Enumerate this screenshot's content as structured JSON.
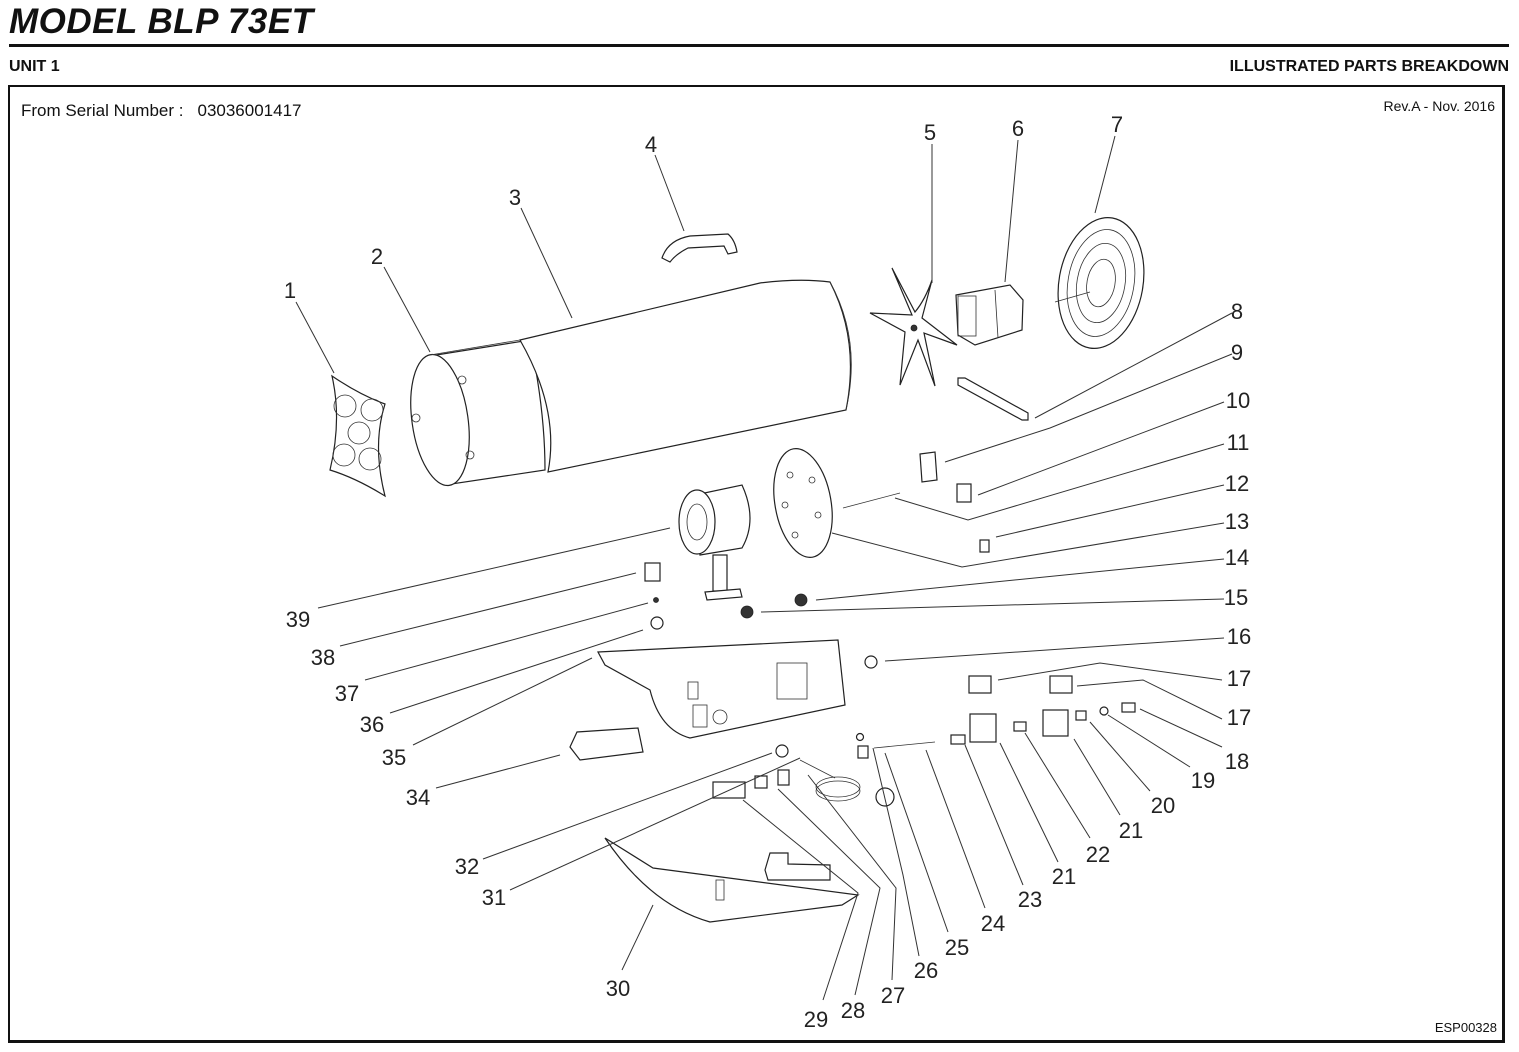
{
  "header": {
    "model_title": "MODEL  BLP 73ET",
    "unit_label": "UNIT 1",
    "section_label": "ILLUSTRATED PARTS BREAKDOWN"
  },
  "info": {
    "serial_label": "From Serial  Number :",
    "serial_number": "03036001417",
    "revision": "Rev.A - Nov. 2016",
    "document_id": "ESP00328"
  },
  "callouts": [
    "1",
    "2",
    "3",
    "4",
    "5",
    "6",
    "7",
    "8",
    "9",
    "10",
    "11",
    "12",
    "13",
    "14",
    "15",
    "16",
    "17",
    "17",
    "18",
    "19",
    "20",
    "21",
    "21",
    "22",
    "23",
    "24",
    "25",
    "26",
    "27",
    "28",
    "29",
    "30",
    "31",
    "32",
    "34",
    "35",
    "36",
    "37",
    "38",
    "39"
  ]
}
